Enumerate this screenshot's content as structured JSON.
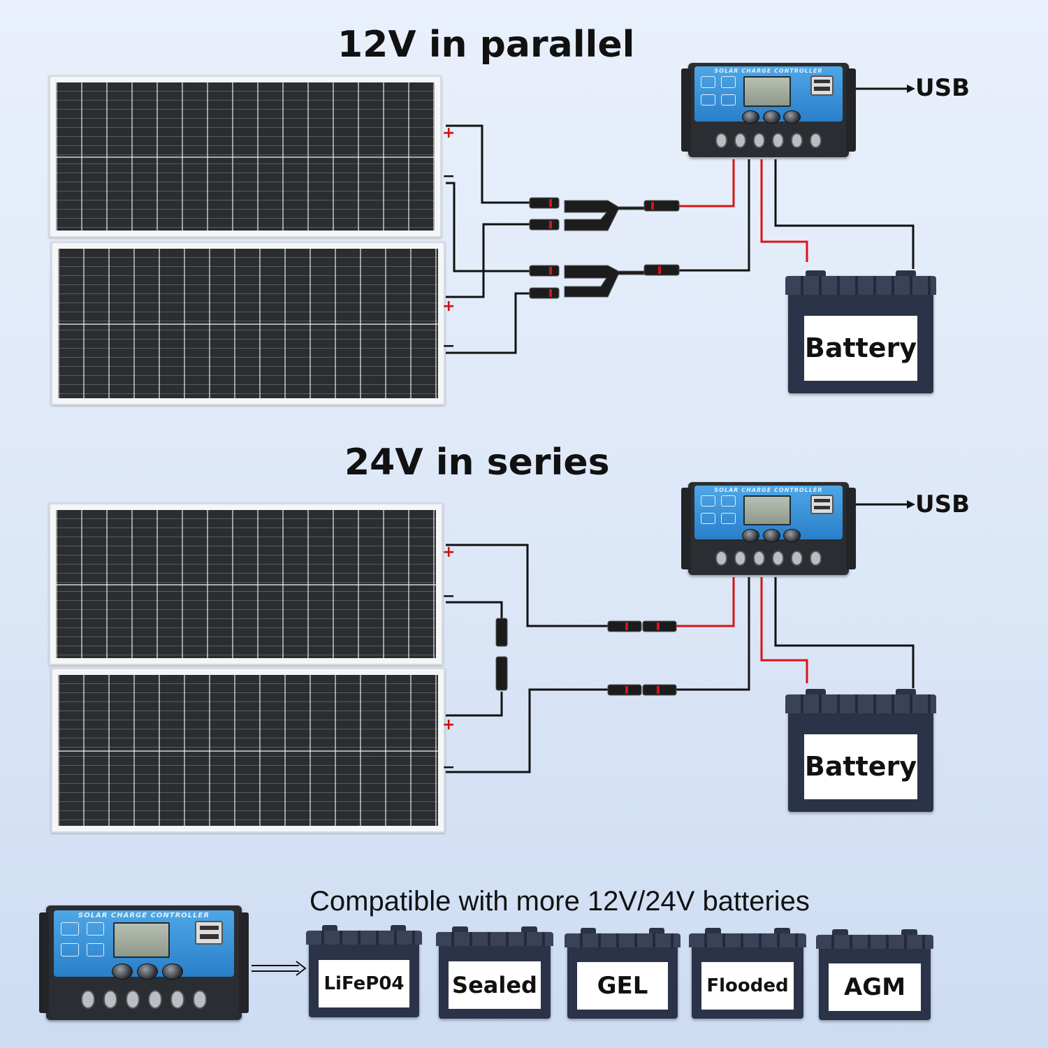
{
  "parallel": {
    "title": "12V in parallel",
    "usb_label": "USB",
    "battery_label": "Battery",
    "controller_title": "SOLAR CHARGE CONTROLLER",
    "panel_top_plus": "+",
    "panel_top_minus": "−",
    "panel_bottom_plus": "+",
    "panel_bottom_minus": "−"
  },
  "series": {
    "title": "24V in series",
    "usb_label": "USB",
    "battery_label": "Battery",
    "controller_title": "SOLAR CHARGE CONTROLLER",
    "panel_top_plus": "+",
    "panel_top_minus": "−",
    "panel_bottom_plus": "+",
    "panel_bottom_minus": "−"
  },
  "compatibility": {
    "title": "Compatible with more 12V/24V batteries",
    "controller_title": "SOLAR CHARGE CONTROLLER",
    "batteries": [
      "LiFeP04",
      "Sealed",
      "GEL",
      "Flooded",
      "AGM"
    ]
  },
  "colors": {
    "positive_wire": "#d81414",
    "negative_wire": "#111111",
    "controller_face": "#3b93d8",
    "battery_body": "#2b3348"
  }
}
